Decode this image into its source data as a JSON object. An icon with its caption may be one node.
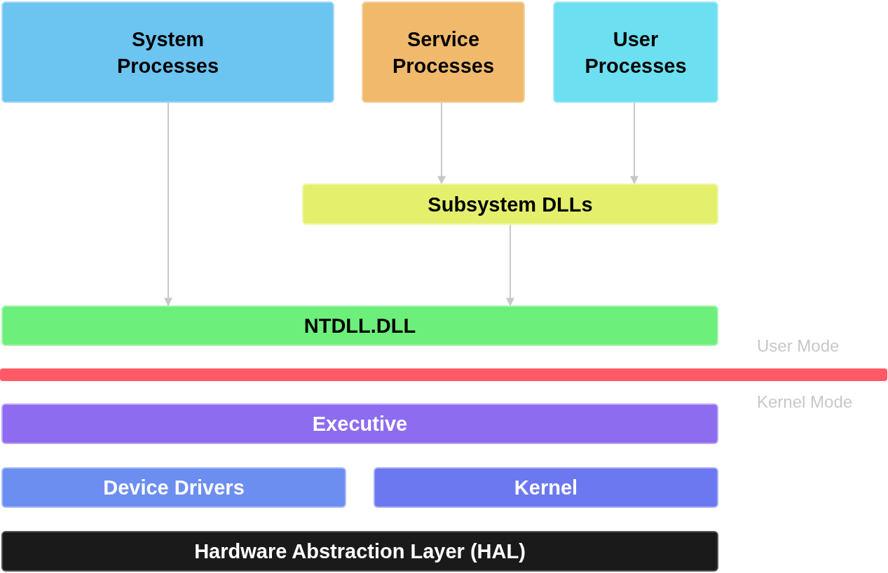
{
  "diagram": {
    "nodes": [
      {
        "text": [
          "System Processes"
        ]
      },
      {
        "text": [
          "Service Processes"
        ]
      },
      {
        "text": [
          "User Processes"
        ]
      },
      {
        "text": [
          "Subsystem DLLs"
        ]
      },
      {
        "text": [
          "NTDLL.DLL"
        ]
      },
      {
        "text": [],
        "shape": "bar"
      },
      {
        "text": [
          "Executive"
        ]
      },
      {
        "text": [
          "Device Drivers"
        ]
      },
      {
        "text": [
          "Kernel"
        ]
      },
      {
        "text": [
          "Hardware Abstraction Layer (HAL)"
        ]
      }
    ],
    "edges": [
      {
        "from": 1,
        "to": 3,
        "arrow": "to"
      },
      {
        "from": 2,
        "to": 3,
        "arrow": "to"
      },
      {
        "from": 0,
        "to": 4,
        "arrow": "to"
      },
      {
        "from": 3,
        "to": 4,
        "arrow": "to"
      }
    ],
    "labels": [
      "User Mode",
      "Kernel Mode"
    ]
  }
}
